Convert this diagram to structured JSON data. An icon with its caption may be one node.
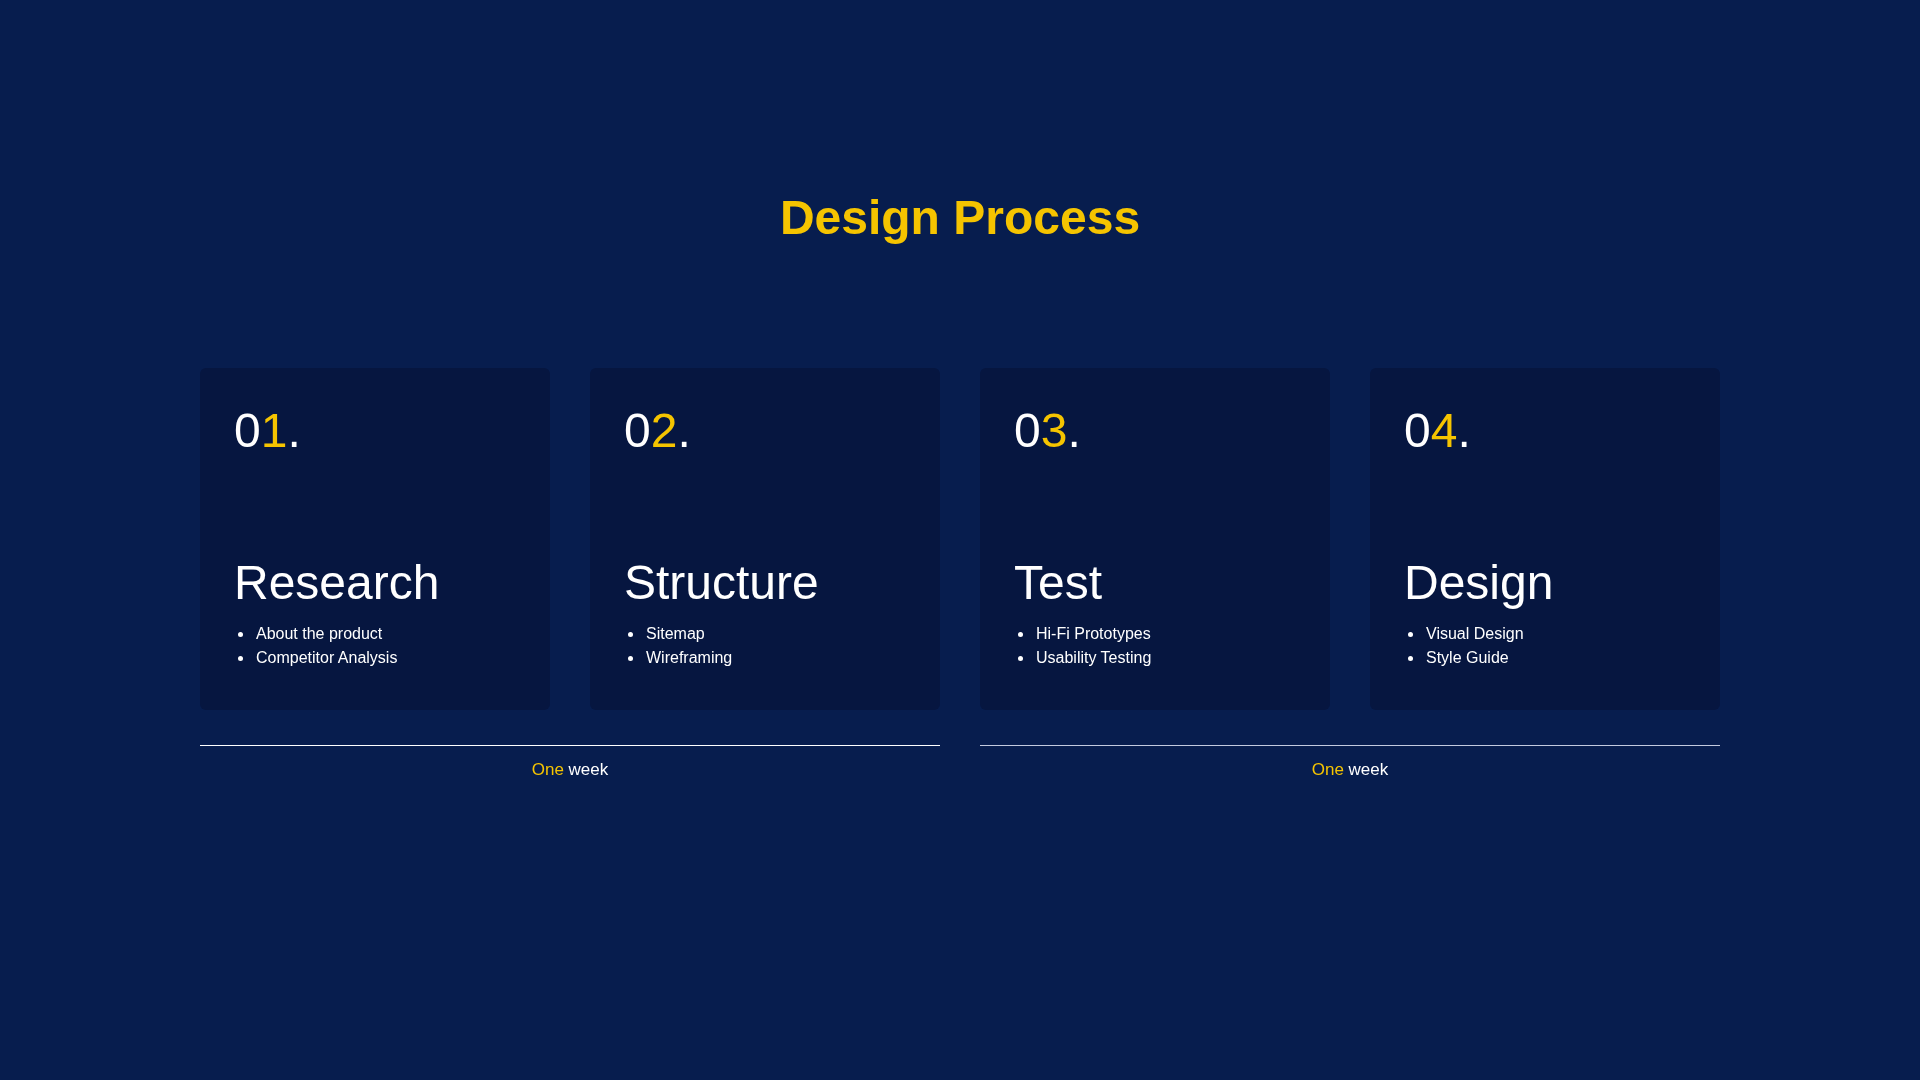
{
  "diagram": {
    "title": "Design Process",
    "nodes": [
      {
        "text": [
          "01.",
          "Research",
          "About the product",
          "Competitor Analysis"
        ]
      },
      {
        "text": [
          "02.",
          "Structure",
          "Sitemap",
          "Wireframing"
        ]
      },
      {
        "text": [
          "03.",
          "Test",
          "Hi-Fi Prototypes",
          "Usability Testing"
        ]
      },
      {
        "text": [
          "04.",
          "Design",
          "Visual Design",
          "Style Guide"
        ]
      }
    ],
    "labels": [
      "One week",
      "One week"
    ]
  }
}
